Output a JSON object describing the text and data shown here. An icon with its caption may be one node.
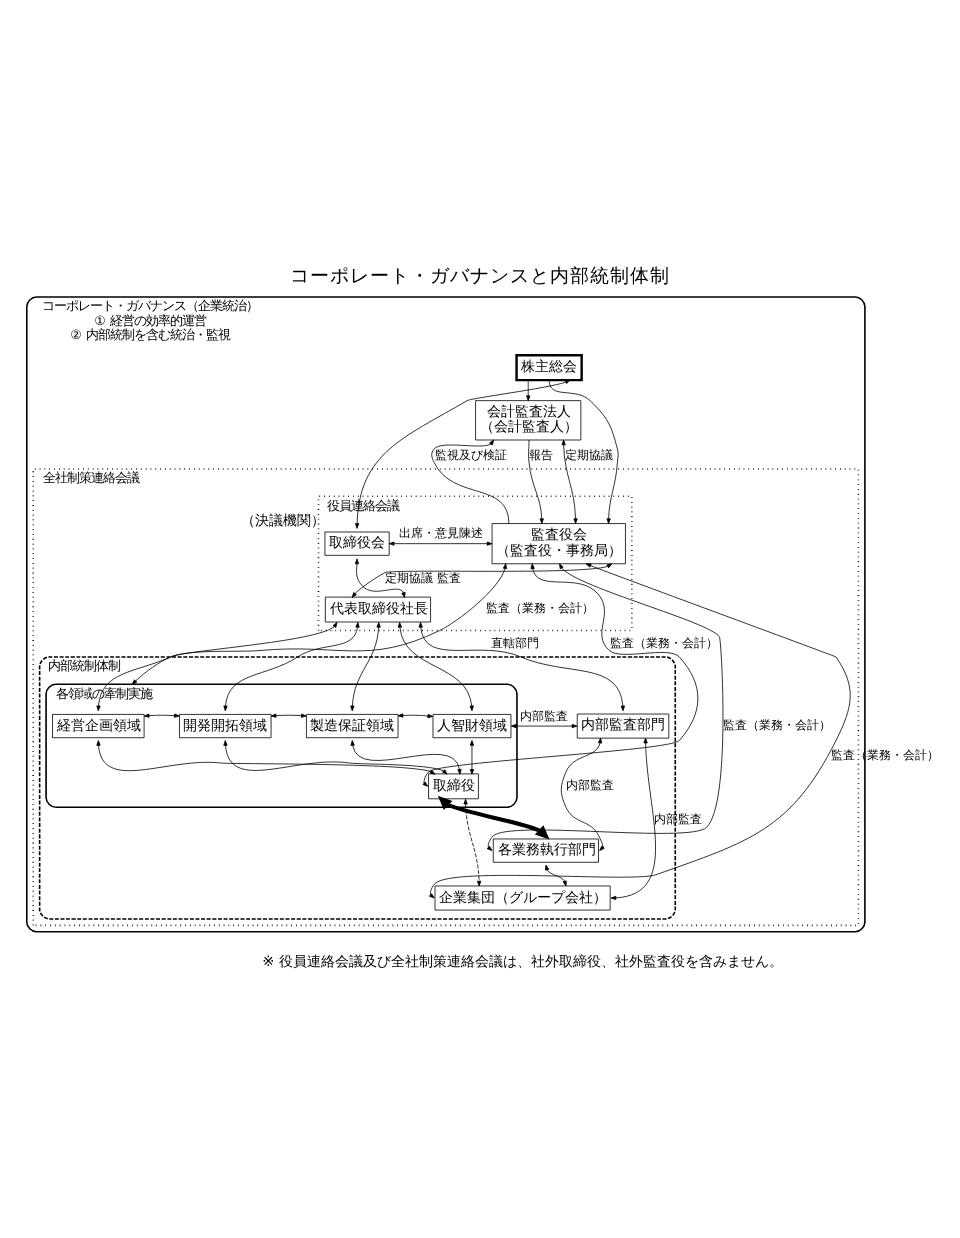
{
  "diagram": {
    "title": "コーポレート・ガバナンスと内部統制体制",
    "nodes": [
      {
        "text": [
          "コーポレート・ガバナンス（企業統治）"
        ],
        "beside": [
          "① 経営の効率的運営",
          "② 内部統制を含む統治・監視"
        ]
      },
      {
        "text": [
          "株主総会"
        ],
        "in": 0
      },
      {
        "text": [
          "会計監査法人",
          "（会計監査人）"
        ],
        "in": 0
      },
      {
        "text": [
          "全社制策連絡会議"
        ],
        "in": 0
      },
      {
        "text": [
          "役員連絡会議"
        ],
        "in": 3
      },
      {
        "text": [
          "監査役会",
          "（監査役・事務局）"
        ],
        "in": 4
      },
      {
        "text": [
          "取締役会"
        ],
        "beside": [
          "（決議機関）"
        ],
        "in": 4
      },
      {
        "text": [
          "代表取締役社長"
        ],
        "in": 4
      },
      {
        "text": [
          "内部統制体制"
        ],
        "in": 3
      },
      {
        "text": [
          "各領域の牽制実施"
        ],
        "in": 8
      },
      {
        "text": [
          "経営企画領域"
        ],
        "in": 9
      },
      {
        "text": [
          "開発開拓領域"
        ],
        "in": 9
      },
      {
        "text": [
          "製造保証領域"
        ],
        "in": 9
      },
      {
        "text": [
          "人智財領域"
        ],
        "in": 9
      },
      {
        "text": [
          "内部監査部門"
        ],
        "in": 8
      },
      {
        "text": [
          "取締役"
        ],
        "in": 9
      },
      {
        "text": [
          "各業務執行部門"
        ],
        "in": 8
      },
      {
        "text": [
          "企業集団（グループ会社）"
        ],
        "in": 8
      }
    ],
    "edges": [
      {
        "from": 1,
        "to": 2,
        "arrow": "to"
      },
      {
        "from": 1,
        "to": 5,
        "arrow": "to"
      },
      {
        "from": 1,
        "to": 6,
        "arrow": "both"
      },
      {
        "from": 5,
        "to": 2,
        "arrow": "to",
        "label": "監視及び検証"
      },
      {
        "from": 2,
        "to": 5,
        "arrow": "to",
        "label": "報告"
      },
      {
        "from": 2,
        "to": 5,
        "arrow": "both",
        "label": "定期協議"
      },
      {
        "from": 5,
        "to": 6,
        "arrow": "both",
        "label": "出席・意見陳述"
      },
      {
        "from": 5,
        "to": 7,
        "arrow": "both",
        "label": "定期協議 監査"
      },
      {
        "from": 6,
        "to": 7,
        "arrow": "both"
      },
      {
        "from": 7,
        "to": 10,
        "arrow": "both"
      },
      {
        "from": 7,
        "to": 11,
        "arrow": "both"
      },
      {
        "from": 7,
        "to": 12,
        "arrow": "both"
      },
      {
        "from": 7,
        "to": 13,
        "arrow": "both"
      },
      {
        "from": 7,
        "to": 14,
        "arrow": "both",
        "label": "直轄部門"
      },
      {
        "from": 10,
        "to": 11,
        "arrow": "both"
      },
      {
        "from": 11,
        "to": 12,
        "arrow": "both"
      },
      {
        "from": 12,
        "to": 13,
        "arrow": "both"
      },
      {
        "from": 13,
        "to": 14,
        "arrow": "both",
        "label": "内部監査"
      },
      {
        "from": 10,
        "to": 15,
        "arrow": "both"
      },
      {
        "from": 11,
        "to": 15,
        "arrow": "both"
      },
      {
        "from": 12,
        "to": 15,
        "arrow": "both"
      },
      {
        "from": 13,
        "to": 15,
        "arrow": "both"
      },
      {
        "from": 5,
        "to": 9,
        "arrow": "both",
        "label": "監査（業務・会計）"
      },
      {
        "from": 5,
        "to": 15,
        "arrow": "both",
        "label": "監査（業務・会計）"
      },
      {
        "from": 5,
        "to": 16,
        "arrow": "both",
        "label": "監査（業務・会計）"
      },
      {
        "from": 5,
        "to": 17,
        "arrow": "both",
        "label": "監査（業務・会計）"
      },
      {
        "from": 15,
        "to": 16,
        "arrow": "both",
        "style": "thick"
      },
      {
        "from": 15,
        "to": 17,
        "arrow": "both",
        "style": "dashed"
      },
      {
        "from": 16,
        "to": 17,
        "arrow": "both"
      },
      {
        "from": 14,
        "to": 16,
        "arrow": "both",
        "label": "内部監査"
      },
      {
        "from": 14,
        "to": 17,
        "arrow": "both",
        "label": "内部監査"
      }
    ],
    "labels": [
      "※ 役員連絡会議及び全社制策連絡会議は、社外取締役、社外監査役を含みません。"
    ]
  }
}
